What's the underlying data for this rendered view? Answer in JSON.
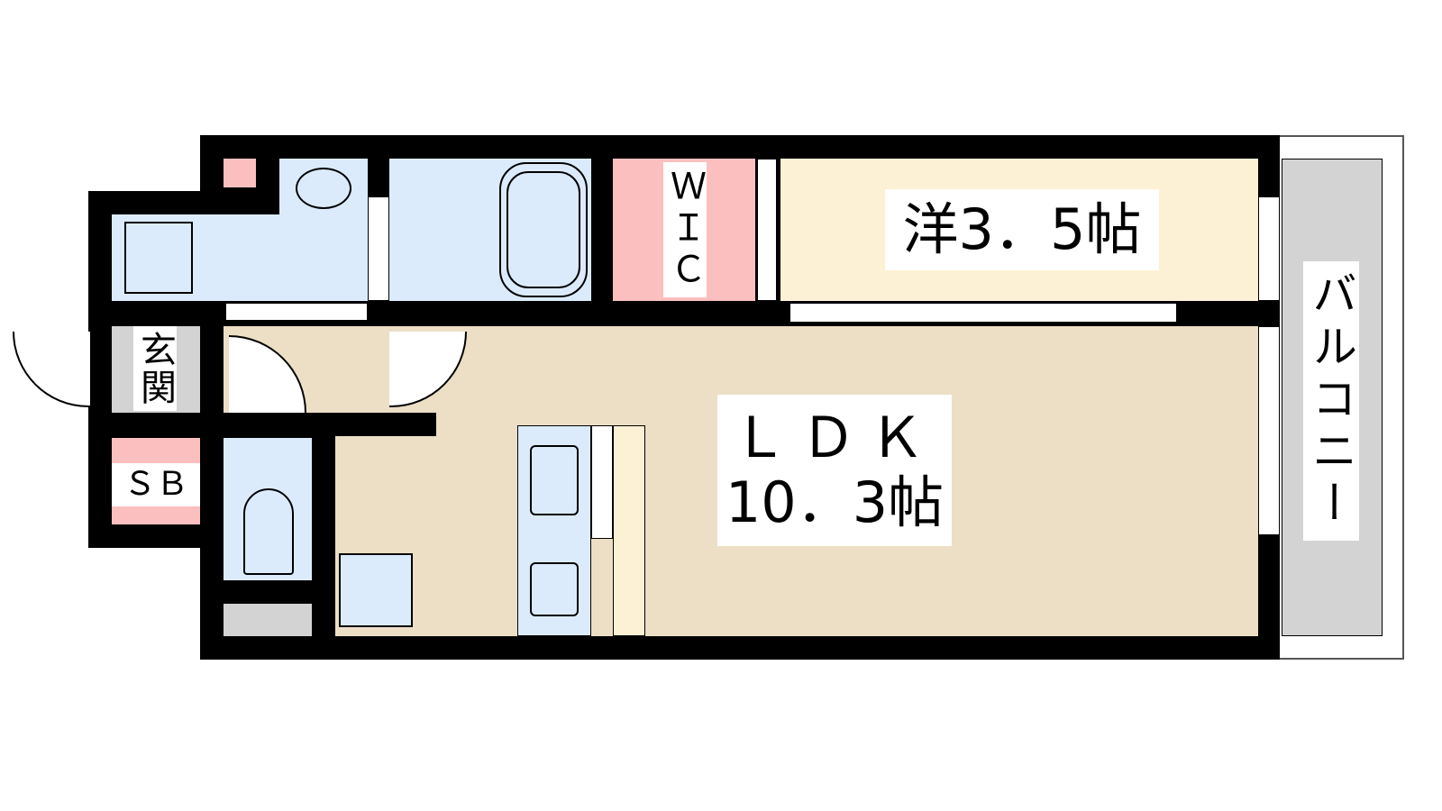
{
  "rooms": {
    "entrance": "玄関",
    "shoe_box": "ＳＢ",
    "walk_in_closet": "ＷＩＣ",
    "western_room": "洋3．5帖",
    "ldk_name": "ＬＤＫ",
    "ldk_size": "10．3帖",
    "balcony": "バルコニー"
  },
  "colors": {
    "wet_area": "#dcebfc",
    "storage": "#fbbfbf",
    "western_room": "#fdf1d5",
    "ldk": "#ecdfc6",
    "balcony": "#d3d3d3",
    "wall": "#000000"
  }
}
